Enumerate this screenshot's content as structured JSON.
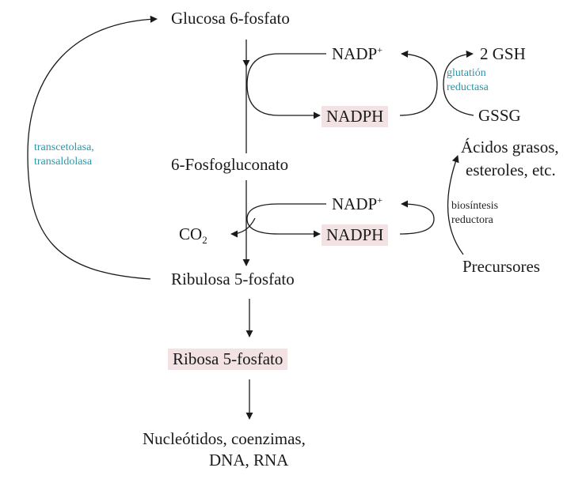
{
  "metabolites": {
    "g6p": "Glucosa 6-fosfato",
    "pg6": "6-Fosfogluconato",
    "co2_main": "CO",
    "co2_sub": "2",
    "ru5p": "Ribulosa 5-fosfato",
    "r5p": "Ribosa 5-fosfato",
    "nucleotides_line1": "Nucleótidos, coenzimas,",
    "nucleotides_line2": "DNA, RNA"
  },
  "cofactors": {
    "nadp_main": "NADP",
    "nadp_sup": "+",
    "nadph": "NADPH"
  },
  "glutathione": {
    "gsh": "2 GSH",
    "gssg": "GSSG"
  },
  "biosynthesis": {
    "products_line1": "Ácidos grasos,",
    "products_line2": "esteroles, etc.",
    "precursors": "Precursores",
    "label_line1": "biosíntesis",
    "label_line2": "reductora"
  },
  "enzymes": {
    "glutathione_reductase_line1": "glutatión",
    "glutathione_reductase_line2": "reductasa",
    "transketolase_line1": "transcetolasa,",
    "transketolase_line2": "transaldolasa"
  },
  "colors": {
    "enzyme_text": "#2a97a8",
    "highlight_bg": "#f2e2e3",
    "ink": "#1a1a1a"
  }
}
